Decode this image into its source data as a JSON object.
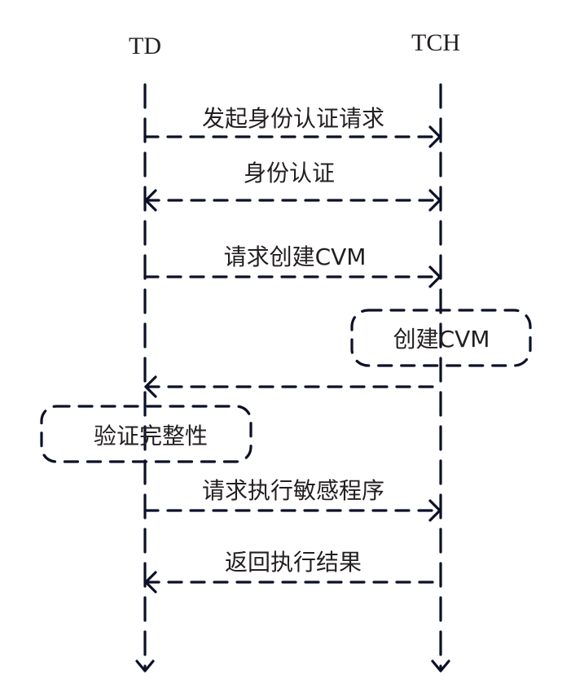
{
  "diagram": {
    "type": "sequence",
    "actors": [
      {
        "id": "td",
        "label": "TD"
      },
      {
        "id": "tch",
        "label": "TCH"
      }
    ],
    "messages": [
      {
        "from": "td",
        "to": "tch",
        "label": "发起身份认证请求",
        "direction": "right"
      },
      {
        "from": "td",
        "to": "tch",
        "label": "身份认证",
        "direction": "both"
      },
      {
        "from": "td",
        "to": "tch",
        "label": "请求创建CVM",
        "direction": "right"
      },
      {
        "from": "tch",
        "to": "td",
        "label": "",
        "direction": "left"
      },
      {
        "from": "td",
        "to": "tch",
        "label": "请求执行敏感程序",
        "direction": "right"
      },
      {
        "from": "tch",
        "to": "td",
        "label": "返回执行结果",
        "direction": "left"
      }
    ],
    "activities": [
      {
        "actor": "tch",
        "label": "创建CVM"
      },
      {
        "actor": "td",
        "label": "验证完整性"
      }
    ],
    "colors": {
      "line": "#0c1028",
      "text": "#231f20"
    }
  }
}
